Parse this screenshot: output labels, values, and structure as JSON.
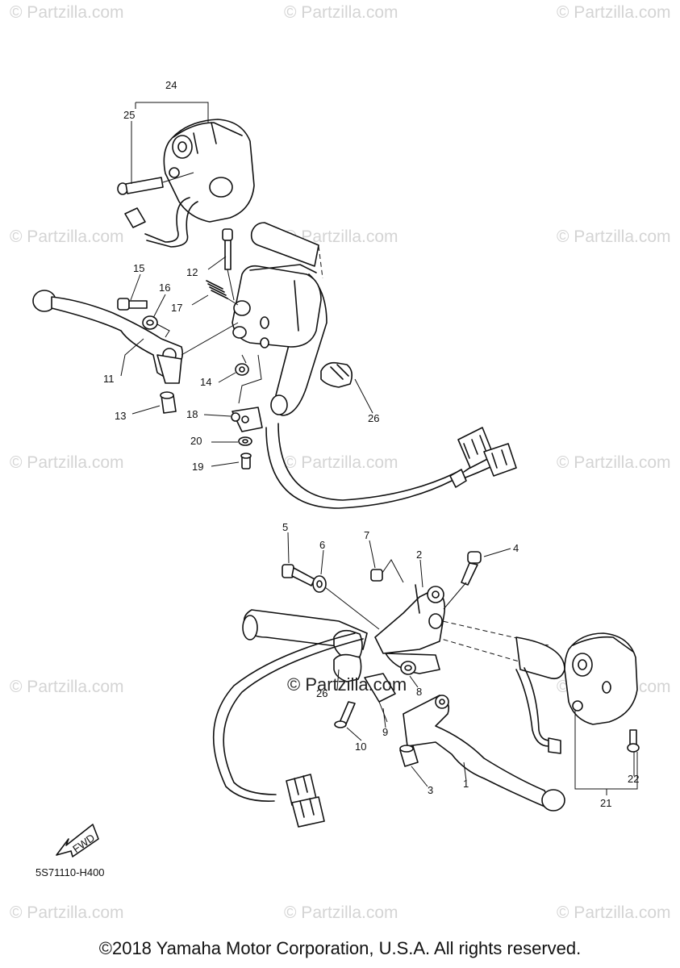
{
  "watermark": {
    "text": "© Partzilla.com",
    "center_text": "© Partzilla.com"
  },
  "diagram": {
    "code": "5S71110-H400",
    "fwd_label": "FWD",
    "labels": [
      "1",
      "2",
      "3",
      "4",
      "5",
      "6",
      "7",
      "8",
      "9",
      "10",
      "11",
      "12",
      "13",
      "14",
      "15",
      "16",
      "17",
      "18",
      "19",
      "20",
      "21",
      "22",
      "24",
      "25",
      "26",
      "26"
    ]
  },
  "footer": {
    "copyright": "©2018 Yamaha Motor Corporation, U.S.A. All rights reserved."
  }
}
